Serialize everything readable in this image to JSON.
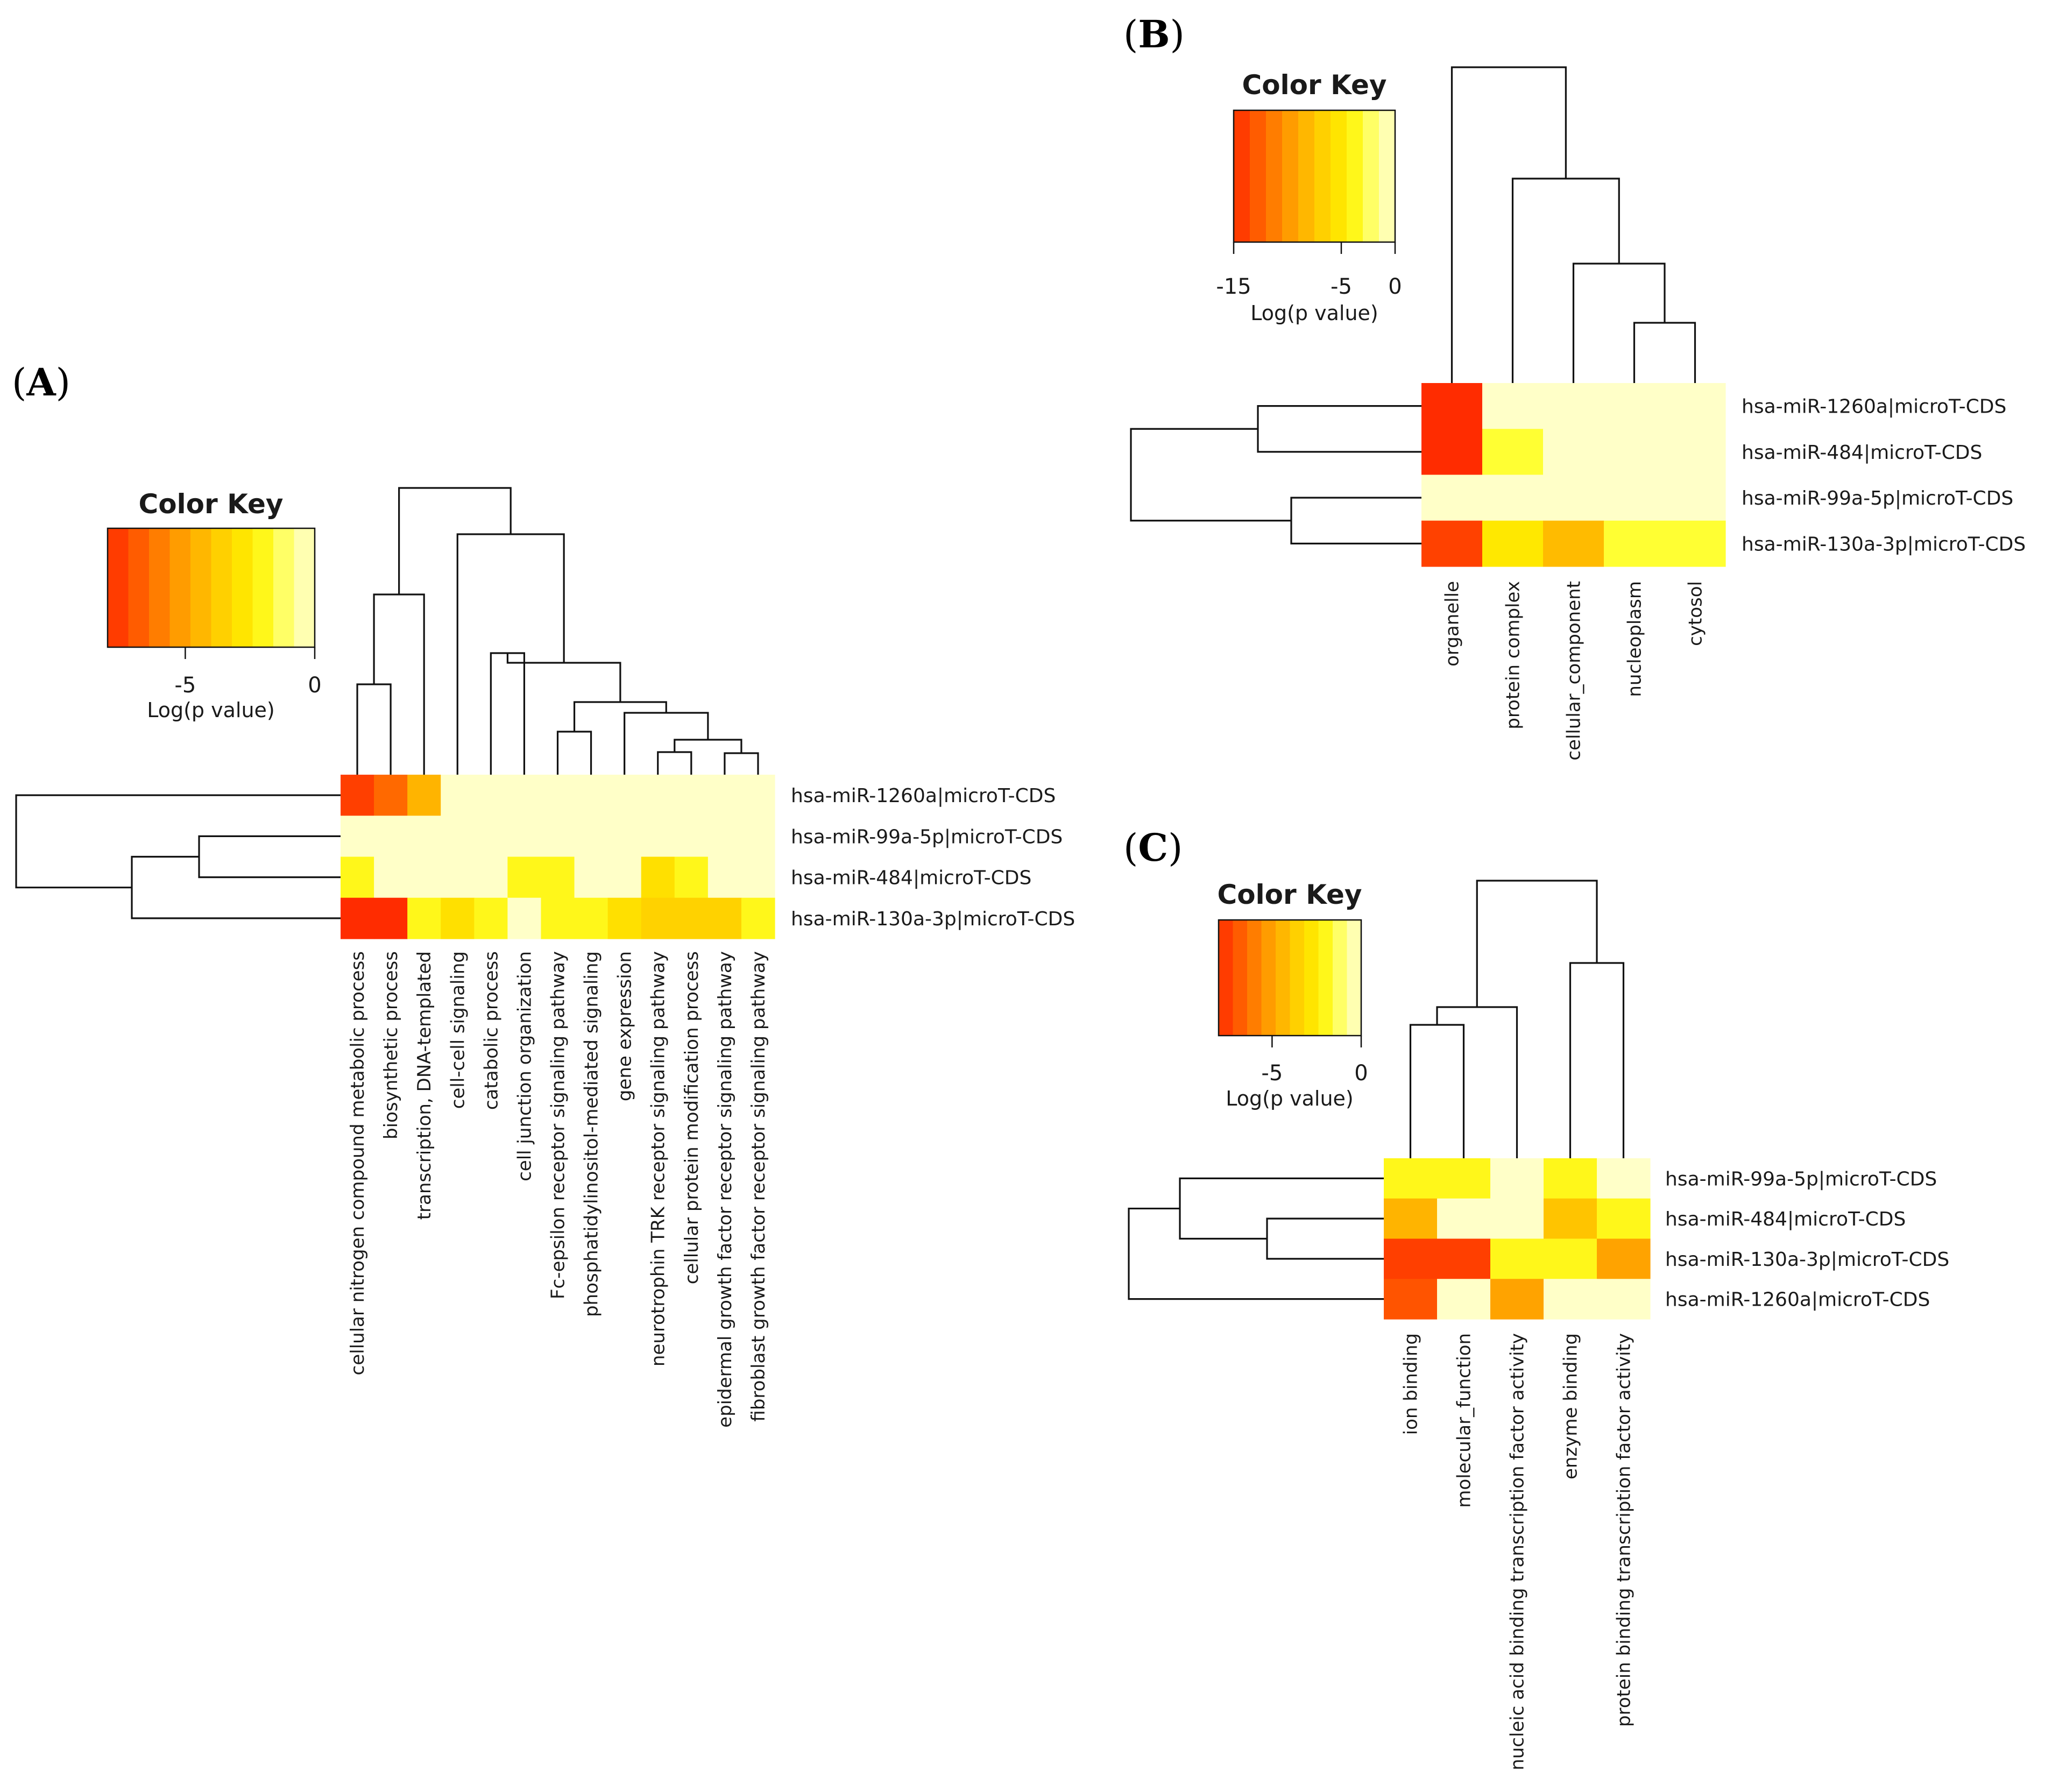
{
  "chart_data": [
    {
      "panel": "A",
      "type": "heatmap",
      "colorkey": {
        "title": "Color Key",
        "label": "Log(p value)",
        "ticks": [
          "-5",
          "0"
        ],
        "range": [
          -8,
          0
        ]
      },
      "columns": [
        "cellular nitrogen compound metabolic process",
        "biosynthetic process",
        "transcription, DNA-templated",
        "cell-cell signaling",
        "catabolic process",
        "cell junction organization",
        "Fc-epsilon receptor signaling pathway",
        "phosphatidylinositol-mediated signaling",
        "gene expression",
        "neurotrophin TRK receptor signaling pathway",
        "cellular protein modification process",
        "epidermal growth factor receptor signaling pathway",
        "fibroblast growth factor receptor signaling pathway"
      ],
      "rows": [
        "hsa-miR-1260a|microT-CDS",
        "hsa-miR-99a-5p|microT-CDS",
        "hsa-miR-484|microT-CDS",
        "hsa-miR-130a-3p|microT-CDS"
      ],
      "values": [
        [
          -7.5,
          -6.5,
          -4.5,
          0,
          0,
          0,
          0,
          0,
          0,
          0,
          0,
          0,
          0
        ],
        [
          0,
          0,
          0,
          0,
          0,
          0,
          0,
          0,
          0,
          0,
          0,
          0,
          0
        ],
        [
          -2,
          0,
          0,
          0,
          0,
          -2,
          -2,
          0,
          0,
          -3,
          -2,
          0,
          0
        ],
        [
          -8,
          -8,
          -2,
          -3,
          -2,
          0,
          -2,
          -2,
          -3,
          -3.5,
          -3.5,
          -3.5,
          -2
        ]
      ]
    },
    {
      "panel": "B",
      "type": "heatmap",
      "colorkey": {
        "title": "Color Key",
        "label": "Log(p value)",
        "ticks": [
          "-15",
          "-5",
          "0"
        ],
        "range": [
          -15,
          0
        ]
      },
      "columns": [
        "organelle",
        "protein complex",
        "cellular_component",
        "nucleoplasm",
        "cytosol"
      ],
      "rows": [
        "hsa-miR-1260a|microT-CDS",
        "hsa-miR-484|microT-CDS",
        "hsa-miR-99a-5p|microT-CDS",
        "hsa-miR-130a-3p|microT-CDS"
      ],
      "values": [
        [
          -15,
          0,
          0,
          0,
          0
        ],
        [
          -15,
          -3,
          0,
          0,
          0
        ],
        [
          0,
          0,
          0,
          0,
          0
        ],
        [
          -14,
          -5,
          -8,
          -3,
          -3
        ]
      ]
    },
    {
      "panel": "C",
      "type": "heatmap",
      "colorkey": {
        "title": "Color Key",
        "label": "Log(p value)",
        "ticks": [
          "-5",
          "0"
        ],
        "range": [
          -8,
          0
        ]
      },
      "columns": [
        "ion binding",
        "molecular_function",
        "nucleic acid binding transcription factor activity",
        "enzyme binding",
        "protein binding transcription factor activity"
      ],
      "rows": [
        "hsa-miR-99a-5p|microT-CDS",
        "hsa-miR-484|microT-CDS",
        "hsa-miR-130a-3p|microT-CDS",
        "hsa-miR-1260a|microT-CDS"
      ],
      "values": [
        [
          -2,
          -2,
          0,
          -2,
          0
        ],
        [
          -4.5,
          0,
          0,
          -4,
          -2
        ],
        [
          -7.5,
          -7.5,
          -2,
          -2,
          -5
        ],
        [
          -7,
          0,
          -5,
          0,
          0
        ]
      ]
    }
  ]
}
